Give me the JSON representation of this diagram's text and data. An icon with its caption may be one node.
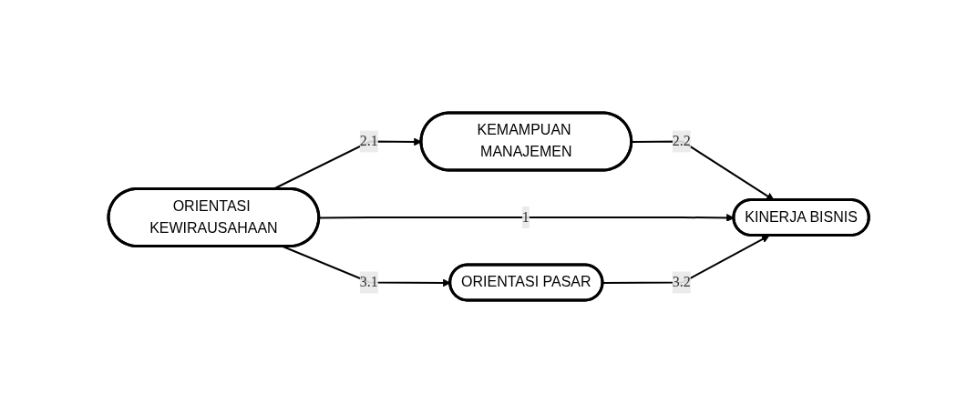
{
  "diagram": {
    "nodes": [
      {
        "text": [
          "ORIENTASI KEWIRAUSAHAAN"
        ]
      },
      {
        "text": [
          "KEMAMPUAN MANAJEMEN"
        ]
      },
      {
        "text": [
          "ORIENTASI PASAR"
        ]
      },
      {
        "text": [
          "KINERJA BISNIS"
        ]
      }
    ],
    "edges": [
      {
        "from": 0,
        "to": 1,
        "arrow": "to",
        "label": "2.1"
      },
      {
        "from": 1,
        "to": 3,
        "arrow": "to",
        "label": "2.2"
      },
      {
        "from": 0,
        "to": 3,
        "arrow": "to",
        "label": "1"
      },
      {
        "from": 0,
        "to": 2,
        "arrow": "to",
        "label": "3.1"
      },
      {
        "from": 2,
        "to": 3,
        "arrow": "to",
        "label": "3.2"
      }
    ]
  }
}
